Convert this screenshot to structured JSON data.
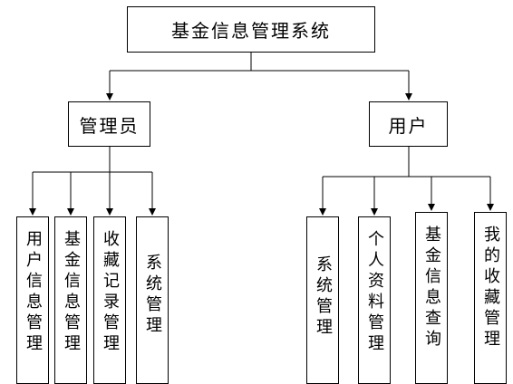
{
  "root": {
    "label": "基金信息管理系统"
  },
  "admin": {
    "label": "管理员",
    "children": [
      "用户信息管理",
      "基金信息管理",
      "收藏记录管理",
      "系统管理"
    ]
  },
  "user": {
    "label": "用户",
    "children": [
      "系统管理",
      "个人资料管理",
      "基金信息查询",
      "我的收藏管理"
    ]
  }
}
